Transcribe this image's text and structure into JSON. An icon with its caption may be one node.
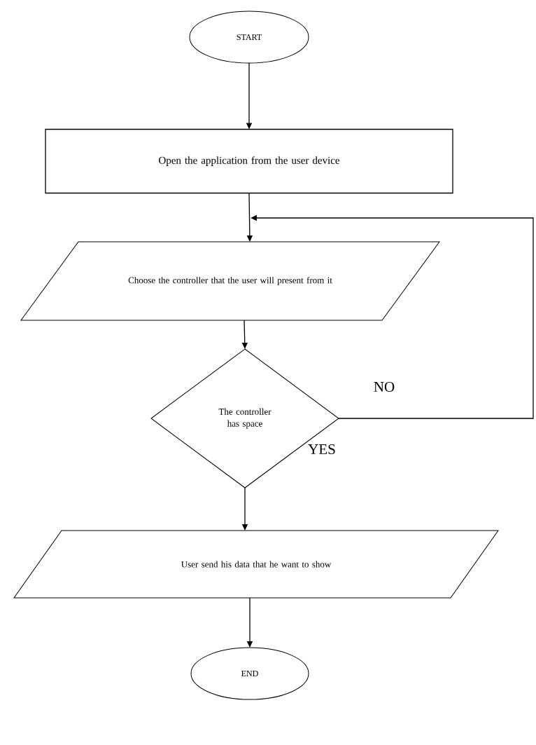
{
  "diagram": {
    "nodes": [
      {
        "text": [
          "START"
        ]
      },
      {
        "text": [
          "Open the application from the user device"
        ]
      },
      {
        "text": [
          "Choose the controller that the user will present from it"
        ]
      },
      {
        "text": [
          "The controller has space"
        ]
      },
      {
        "text": [
          "User send his data that he want to show"
        ]
      },
      {
        "text": [
          "END"
        ]
      }
    ],
    "edges": [
      {
        "from": 0,
        "to": 1,
        "arrow": "to"
      },
      {
        "from": 1,
        "to": 2,
        "arrow": "to"
      },
      {
        "from": 2,
        "to": 3,
        "arrow": "to"
      },
      {
        "from": 3,
        "to": 4,
        "arrow": "to",
        "label": "YES"
      },
      {
        "from": 4,
        "to": 5,
        "arrow": "to"
      },
      {
        "from": 3,
        "to": 2,
        "arrow": "to",
        "label": "NO"
      }
    ]
  }
}
